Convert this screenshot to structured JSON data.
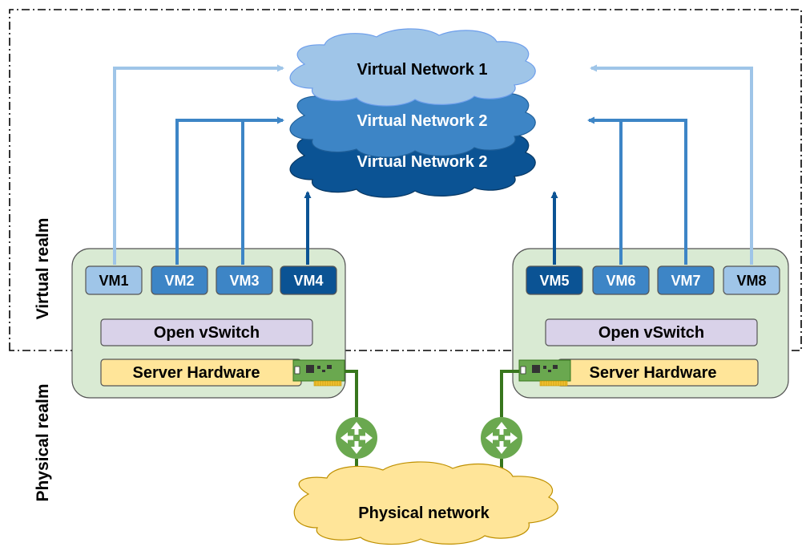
{
  "realms": {
    "virtual": "Virtual realm",
    "physical": "Physical realm"
  },
  "clouds": {
    "vn1": "Virtual Network 1",
    "vn2a": "Virtual Network 2",
    "vn2b": "Virtual Network 2",
    "physical": "Physical network"
  },
  "left_host": {
    "vms": [
      "VM1",
      "VM2",
      "VM3",
      "VM4"
    ],
    "switch": "Open vSwitch",
    "hardware": "Server Hardware"
  },
  "right_host": {
    "vms": [
      "VM5",
      "VM6",
      "VM7",
      "VM8"
    ],
    "switch": "Open vSwitch",
    "hardware": "Server Hardware"
  },
  "colors": {
    "vn1": "#9fc5e8",
    "vn2": "#3d85c6",
    "vn3": "#0b5394",
    "host_bg": "#d9ead3",
    "switch_bg": "#d9d2e9",
    "hardware_bg": "#ffe599",
    "router": "#6aa84f",
    "link": "#38761d",
    "physical_cloud": "#ffe599"
  },
  "icons": {
    "router": "router-icon",
    "nic": "network-card-icon"
  }
}
